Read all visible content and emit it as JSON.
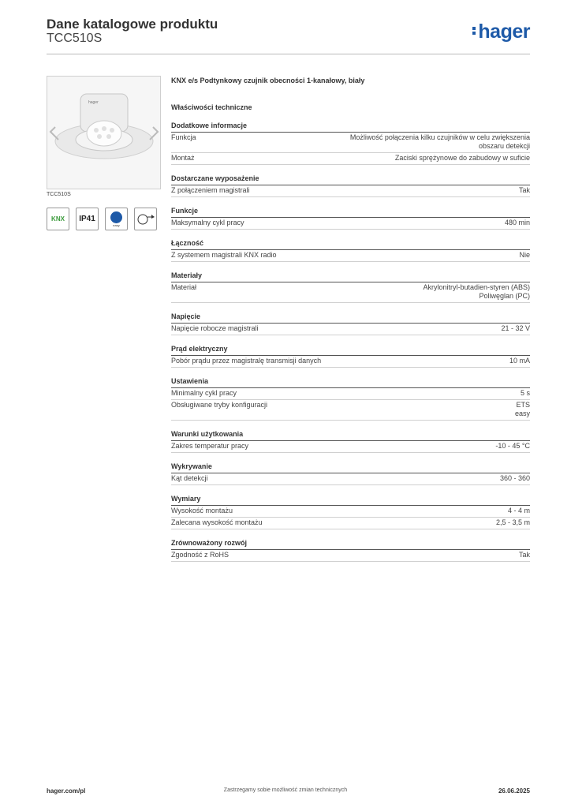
{
  "header": {
    "title": "Dane katalogowe produktu",
    "product_code": "TCC510S",
    "brand": "hager"
  },
  "image": {
    "caption": "TCC510S"
  },
  "badges": [
    {
      "name": "knx-logo",
      "text": "KNX"
    },
    {
      "name": "ip-rating",
      "text": "IP41"
    },
    {
      "name": "easy-logo",
      "text": "easy"
    },
    {
      "name": "sensor-symbol",
      "text": ""
    }
  ],
  "description": "KNX e/s Podtynkowy czujnik obecności 1-kanałowy, biały",
  "tech_heading": "Właściwości techniczne",
  "sections": [
    {
      "title": "Dodatkowe informacje",
      "rows": [
        {
          "label": "Funkcja",
          "value": "Możliwość połączenia kilku czujników w celu zwiększenia\nobszaru detekcji"
        },
        {
          "label": "Montaż",
          "value": "Zaciski sprężynowe do zabudowy w suficie"
        }
      ]
    },
    {
      "title": "Dostarczane wyposażenie",
      "rows": [
        {
          "label": "Z połączeniem magistrali",
          "value": "Tak"
        }
      ]
    },
    {
      "title": "Funkcje",
      "rows": [
        {
          "label": "Maksymalny cykl pracy",
          "value": "480 min"
        }
      ]
    },
    {
      "title": "Łączność",
      "rows": [
        {
          "label": "Z systemem magistrali KNX radio",
          "value": "Nie"
        }
      ]
    },
    {
      "title": "Materiały",
      "rows": [
        {
          "label": "Materiał",
          "value": "Akrylonitryl-butadien-styren (ABS)\nPoliwęglan (PC)"
        }
      ]
    },
    {
      "title": "Napięcie",
      "rows": [
        {
          "label": "Napięcie robocze magistrali",
          "value": "21 - 32 V"
        }
      ]
    },
    {
      "title": "Prąd elektryczny",
      "rows": [
        {
          "label": "Pobór prądu przez magistralę transmisji danych",
          "value": "10 mA"
        }
      ]
    },
    {
      "title": "Ustawienia",
      "rows": [
        {
          "label": "Minimalny cykl pracy",
          "value": "5 s"
        },
        {
          "label": "Obsługiwane tryby konfiguracji",
          "value": "ETS\neasy"
        }
      ]
    },
    {
      "title": "Warunki użytkowania",
      "rows": [
        {
          "label": "Zakres temperatur pracy",
          "value": "-10 - 45 °C"
        }
      ]
    },
    {
      "title": "Wykrywanie",
      "rows": [
        {
          "label": "Kąt detekcji",
          "value": "360 - 360"
        }
      ]
    },
    {
      "title": "Wymiary",
      "rows": [
        {
          "label": "Wysokość montażu",
          "value": "4 - 4 m"
        },
        {
          "label": "Zalecana wysokość montażu",
          "value": "2,5 - 3,5 m"
        }
      ]
    },
    {
      "title": "Zrównoważony rozwój",
      "rows": [
        {
          "label": "Zgodność z RoHS",
          "value": "Tak"
        }
      ]
    }
  ],
  "footer": {
    "website": "hager.com/pl",
    "disclaimer": "Zastrzegamy sobie możliwość zmian technicznych",
    "date": "26.06.2025"
  },
  "colors": {
    "brand": "#1e5aa8",
    "knx_green": "#3a9a3a"
  }
}
